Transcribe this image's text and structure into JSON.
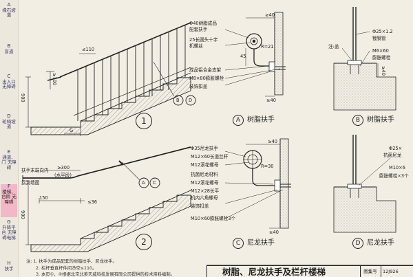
{
  "sidebar": {
    "tabs": [
      {
        "letter": "A",
        "label": "缘石坡道"
      },
      {
        "letter": "B",
        "label": "盲道"
      },
      {
        "letter": "C",
        "label": "出入口 无障碍"
      },
      {
        "letter": "D",
        "label": "轮椅坡道"
      },
      {
        "letter": "E",
        "label": "通道、门 无障碍"
      },
      {
        "letter": "F",
        "label": "楼梯、台阶 无障碍"
      },
      {
        "letter": "G",
        "label": "升降平台 无障碍电梯"
      },
      {
        "letter": "H",
        "label": "扶手"
      }
    ],
    "active_index": 5
  },
  "fig1": {
    "number": "1",
    "dim_top": "≤110",
    "dim_side": "≥700",
    "dim_height": "900",
    "ref_b": "B",
    "ref_d": "D",
    "label_g": "G"
  },
  "fig2": {
    "number": "2",
    "note_wall": "扶手末端向内",
    "note_wall2": "拐到墙面",
    "note_horiz": "(水平段)",
    "dim_horiz": "≥300",
    "dim_150": "150",
    "dim_36": "≤36",
    "dim_height": "900",
    "ref_a": "A",
    "ref_c": "C"
  },
  "detail_a": {
    "letter": "A",
    "caption": "树脂扶手",
    "labels": [
      "Φ40树脂成品",
      "配套扶手",
      "25长圆头十字",
      "机螺丝",
      "成品铝合金支架",
      "M8×80膨胀螺栓",
      "装饰扣盖"
    ],
    "dim_top": "≥40",
    "dim_bottom": "≥40",
    "dim_45": "45",
    "dim_r": "R=21"
  },
  "detail_b": {
    "letter": "B",
    "caption": "树脂扶手",
    "labels": [
      "Φ25×1.2",
      "镀钢管",
      "M6×60",
      "膨胀螺栓",
      "注:盖"
    ],
    "dim_right": "≥40"
  },
  "detail_c": {
    "letter": "C",
    "caption": "尼龙扶手",
    "labels": [
      "Φ35尼龙扶手",
      "M12×60长道丝杆",
      "M12滚花螺母",
      "抗菌尼龙材料",
      "M12滚花螺母",
      "M12×28长平",
      "机内六角螺母",
      "装饰扣盖",
      "M10×60膨胀螺栓3个"
    ],
    "dim_top": "≥40",
    "dim_bottom": "≥40",
    "dim_r": "R=30"
  },
  "detail_d": {
    "letter": "D",
    "caption": "尼龙扶手",
    "labels": [
      "Φ25×",
      "抗菌尼龙",
      "M10×6",
      "膨胀螺栓×3个"
    ]
  },
  "notes": [
    "注: 1. 扶手为成品配套的树脂扶手、尼龙扶手。",
    "2. 栏杆垂直杆件间净空≤110。",
    "3. 本页①、②根据北京北美天威科技发展有限公司提供的技术资料编制。"
  ],
  "titleblock": {
    "title": "树脂、尼龙扶手及栏杆楼梯",
    "field_label": "图集号",
    "field_value": "12J926"
  }
}
